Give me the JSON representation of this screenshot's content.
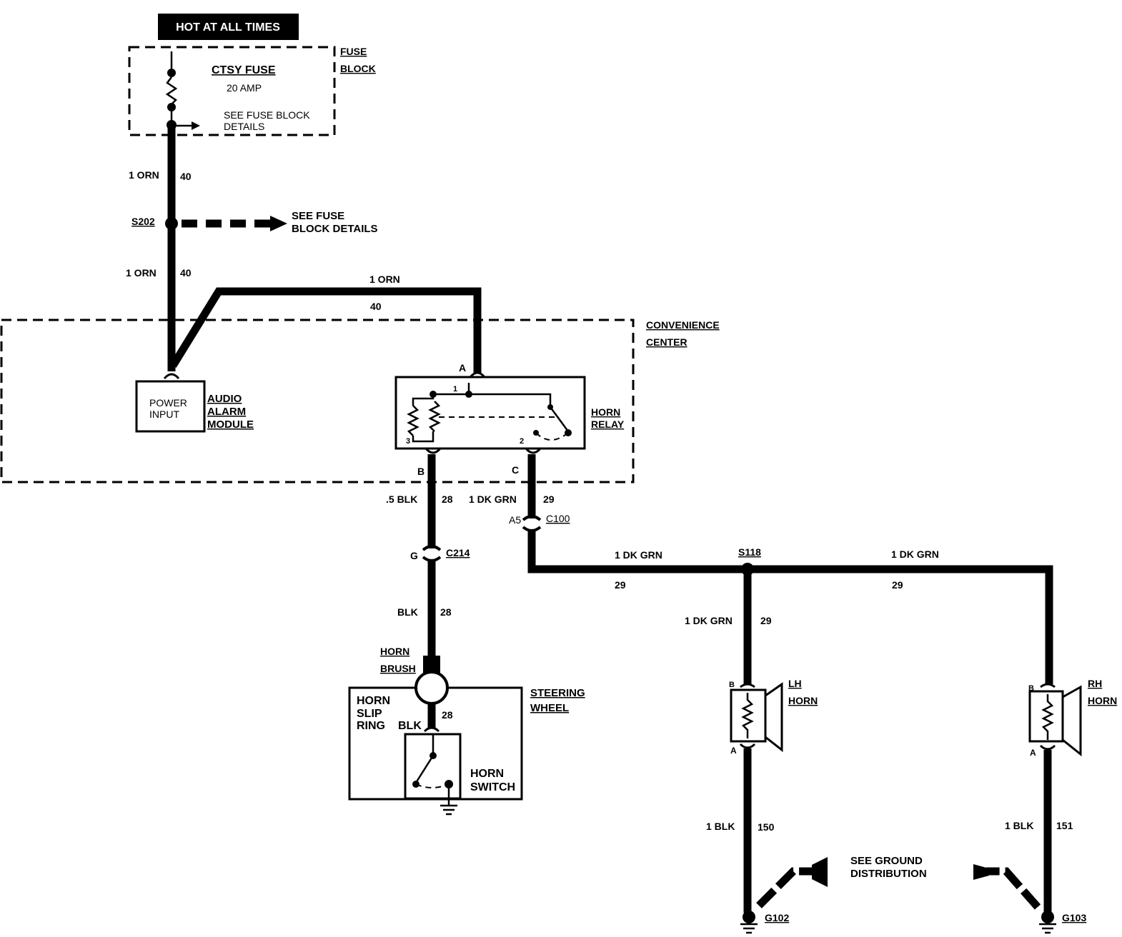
{
  "header": {
    "hot_label": "HOT AT ALL TIMES"
  },
  "fuse_block": {
    "label_line1": "FUSE",
    "label_line2": "BLOCK",
    "fuse_name": "CTSY FUSE",
    "fuse_rating": "20 AMP",
    "see_line1": "SEE FUSE BLOCK",
    "see_line2": "DETAILS"
  },
  "feed": {
    "wire_upper": "1 ORN",
    "circuit_upper": "40",
    "splice": "S202",
    "see_line1": "SEE FUSE",
    "see_line2": "BLOCK DETAILS",
    "wire_lower": "1 ORN",
    "circuit_lower": "40",
    "wire_relay": "1 ORN",
    "circuit_relay": "40"
  },
  "convenience_center": {
    "line1": "CONVENIENCE",
    "line2": "CENTER"
  },
  "audio_alarm": {
    "input_line1": "POWER",
    "input_line2": "INPUT",
    "name_line1": "AUDIO",
    "name_line2": "ALARM",
    "name_line3": "MODULE"
  },
  "horn_relay": {
    "name_line1": "HORN",
    "name_line2": "RELAY",
    "term_a": "A",
    "term_b": "B",
    "term_c": "C",
    "pin_1": "1",
    "pin_2": "2",
    "pin_3": "3"
  },
  "horn_switch_circuit": {
    "wire_b": ".5 BLK",
    "circuit_b": "28",
    "connector_pin": "G",
    "connector": "C214",
    "wire_lower": "BLK",
    "circuit_lower": "28",
    "brush_line1": "HORN",
    "brush_line2": "BRUSH",
    "slip_line1": "HORN",
    "slip_line2": "SLIP",
    "slip_line3": "RING",
    "slip_wire": "BLK",
    "slip_circuit": "28",
    "wheel_line1": "STEERING",
    "wheel_line2": "WHEEL",
    "switch_line1": "HORN",
    "switch_line2": "SWITCH"
  },
  "horn_feed": {
    "wire_c": "1 DK GRN",
    "circuit_c": "29",
    "connector_pin": "A5",
    "connector": "C100",
    "wire_left": "1 DK GRN",
    "circuit_left": "29",
    "splice": "S118",
    "wire_right": "1 DK GRN",
    "circuit_right": "29",
    "wire_drop": "1 DK GRN",
    "circuit_drop": "29"
  },
  "lh_horn": {
    "name_line1": "LH",
    "name_line2": "HORN",
    "term_b": "B",
    "term_a": "A",
    "ground_wire": "1 BLK",
    "ground_circuit": "150",
    "ground": "G102"
  },
  "rh_horn": {
    "name_line1": "RH",
    "name_line2": "HORN",
    "term_b": "B",
    "term_a": "A",
    "ground_wire": "1 BLK",
    "ground_circuit": "151",
    "ground": "G103"
  },
  "ground_note": {
    "line1": "SEE GROUND",
    "line2": "DISTRIBUTION"
  }
}
